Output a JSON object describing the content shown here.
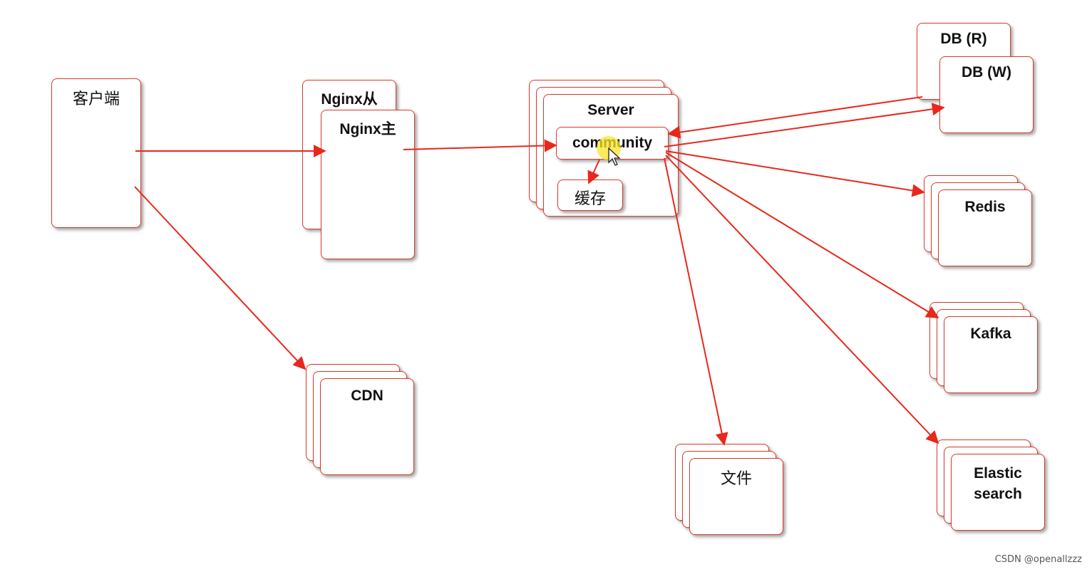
{
  "nodes": {
    "client": "客户端",
    "nginx_slave": "Nginx从",
    "nginx_master": "Nginx主",
    "server": "Server",
    "community": "community",
    "cache": "缓存",
    "db_read": "DB (R)",
    "db_write": "DB (W)",
    "redis": "Redis",
    "kafka": "Kafka",
    "elastic_search": "Elastic\nsearch",
    "cdn": "CDN",
    "files": "文件"
  },
  "watermark": "CSDN @openallzzz",
  "colors": {
    "stroke": "#d63a2c",
    "arrow": "#e8281c",
    "cursor": "#f4e01e"
  }
}
